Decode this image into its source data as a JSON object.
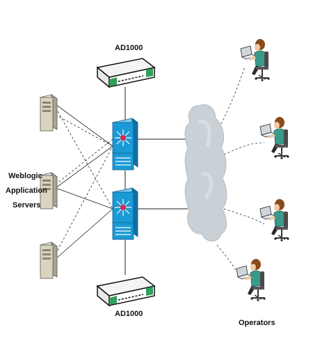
{
  "labels": {
    "ad_top": "AD1000",
    "ad_bottom": "AD1000",
    "servers_line1": "Weblogic",
    "servers_line2": "Application",
    "servers_line3": "Servers",
    "operators": "Operators"
  },
  "icons": {
    "server": "server-tower-icon",
    "switch": "multilayer-switch-icon",
    "appliance": "ad1000-appliance-icon",
    "cloud": "network-cloud-icon",
    "operator": "operator-at-laptop-icon"
  },
  "colors": {
    "switch_blue": "#1a9ad6",
    "appliance_green": "#2fa05a",
    "cloud_grey": "#c9d0d6",
    "server_beige": "#d8d4c0",
    "operator_shirt": "#3a9a8a",
    "operator_hair": "#8a4a1a"
  }
}
